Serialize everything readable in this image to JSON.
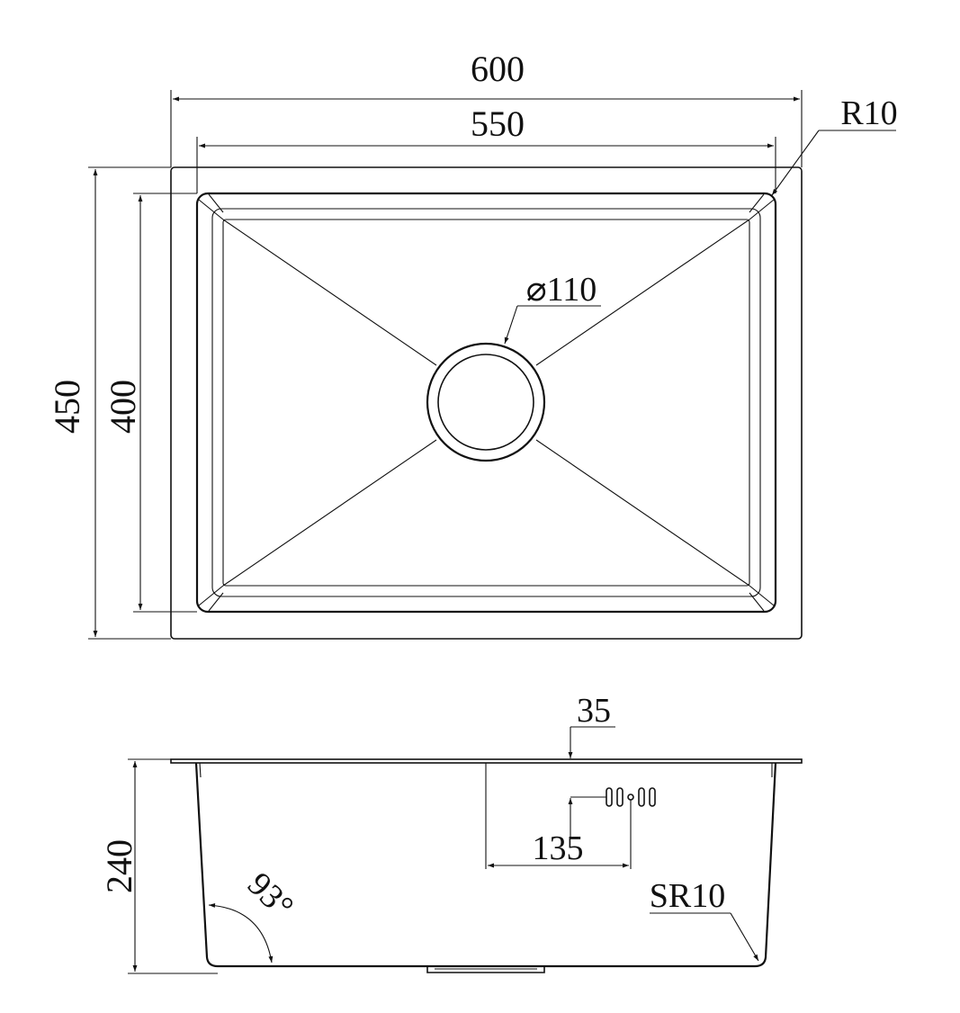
{
  "drawing": {
    "line_color": "#111111",
    "background_color": "#ffffff",
    "top_view": {
      "overall_width": "600",
      "inner_width": "550",
      "corner_radius": "R10",
      "drain_diameter": "⌀110",
      "overall_depth": "450",
      "inner_depth": "400"
    },
    "side_view": {
      "rim_thickness": "35",
      "overflow_offset": "135",
      "bowl_height": "240",
      "wall_angle": "93°",
      "bottom_radius": "SR10"
    }
  }
}
